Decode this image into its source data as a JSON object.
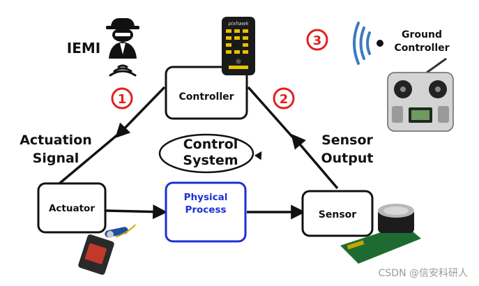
{
  "diagram": {
    "title_lines": [
      "Control",
      "System"
    ],
    "labels": {
      "iemi": "IEMI",
      "ground_controller_line1": "Ground",
      "ground_controller_line2": "Controller",
      "actuation_signal_line1": "Actuation",
      "actuation_signal_line2": "Signal",
      "sensor_output_line1": "Sensor",
      "sensor_output_line2": "Output"
    },
    "blocks": {
      "controller": "Controller",
      "actuator": "Actuator",
      "sensor": "Sensor",
      "physical_process_line1": "Physical",
      "physical_process_line2": "Process"
    },
    "markers": [
      "1",
      "2",
      "3"
    ],
    "flight_controller_brand": "pixhawk",
    "watermark": "CSDN @信安科研人",
    "colors": {
      "marker_red": "#e02020",
      "process_blue": "#1c2fd6",
      "line_black": "#111111"
    }
  }
}
